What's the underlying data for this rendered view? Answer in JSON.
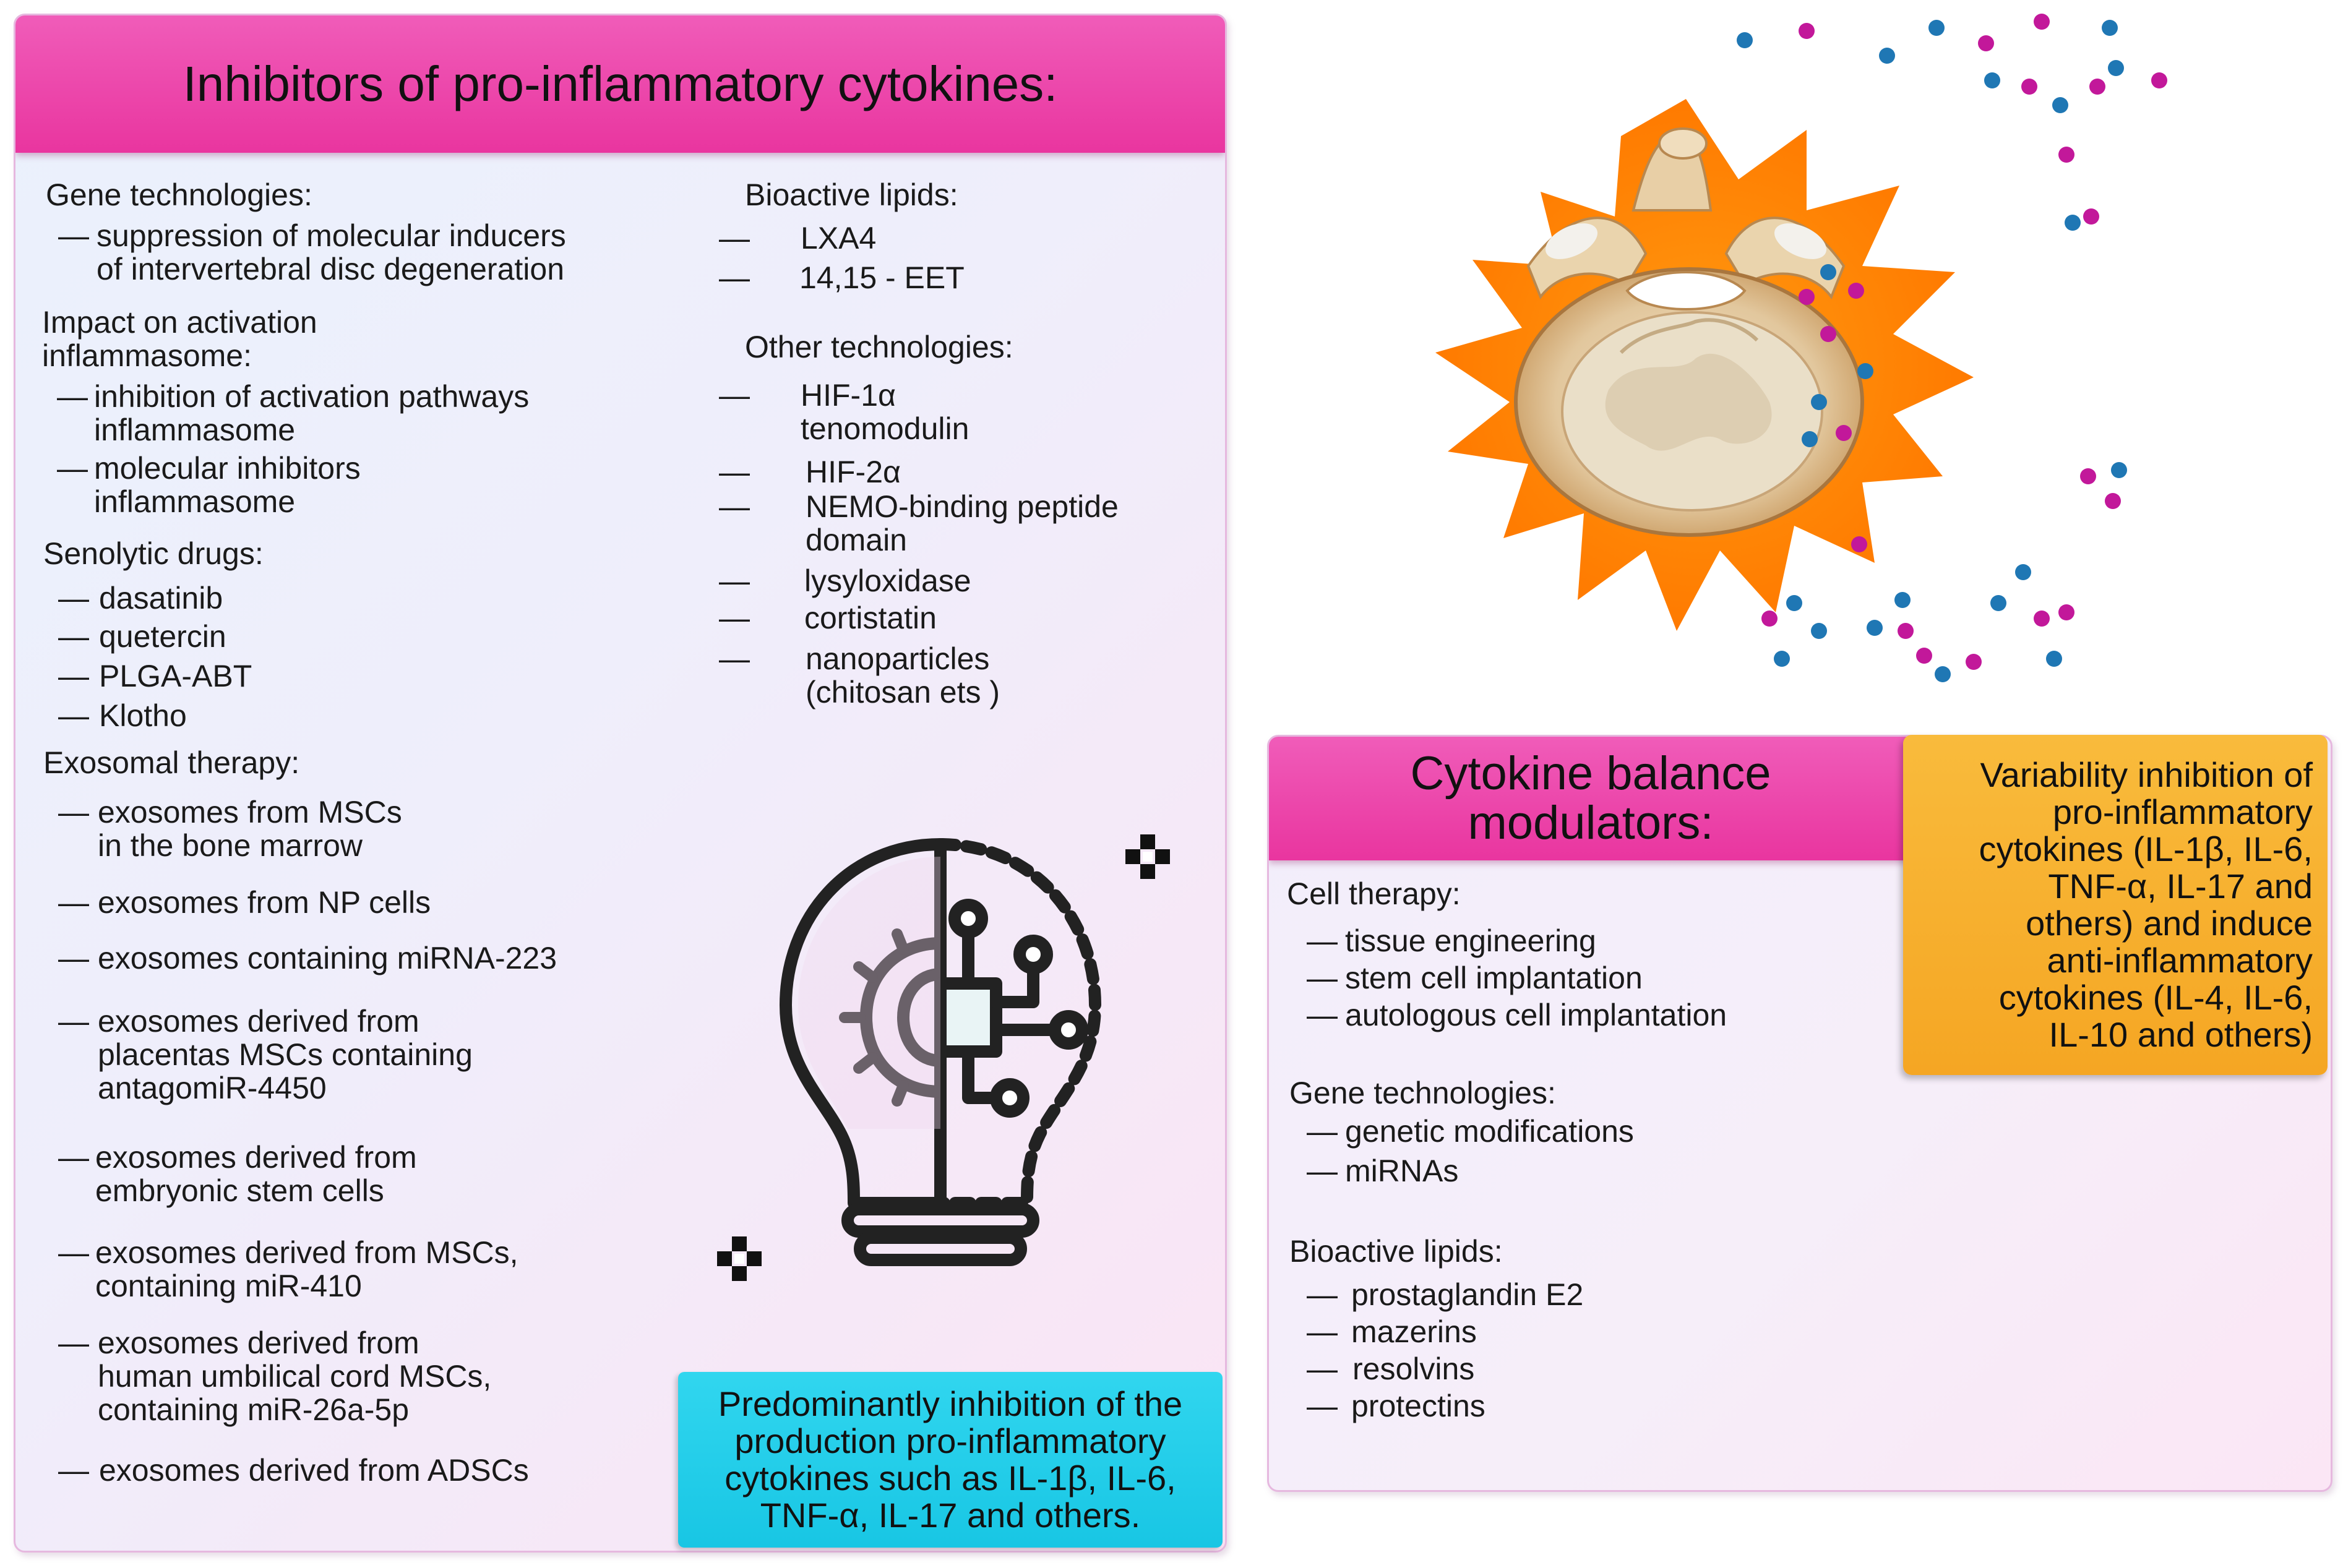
{
  "left": {
    "title": "Inhibitors of pro-inflammatory cytokines:",
    "gene_heading": "Gene technologies:",
    "gene_items": [
      "suppression of molecular inducers\nof intervertebral disc degeneration"
    ],
    "inflammasome_heading": "Impact on activation\ninflammasome:",
    "inflammasome_items": [
      "inhibition of activation pathways\ninflammasome",
      "molecular inhibitors\ninflammasome"
    ],
    "senolytic_heading": "Senolytic drugs:",
    "senolytic_items": [
      "dasatinib",
      "quetercin",
      "PLGA-ABT",
      "Klotho"
    ],
    "exosomal_heading": "Exosomal therapy:",
    "exosomal_items": [
      "exosomes from MSCs\nin the bone marrow",
      "exosomes from NP cells",
      "exosomes containing miRNA-223",
      "exosomes derived from\nplacentas MSCs containing\nantagomiR-4450",
      "exosomes derived from\nembryonic stem cells",
      "exosomes derived from MSCs,\ncontaining miR-410",
      "exosomes derived from\nhuman umbilical cord MSCs,\ncontaining miR-26a-5p",
      "exosomes derived from ADSCs"
    ],
    "lipids_heading": "Bioactive lipids:",
    "lipids_items": [
      "LXA4",
      "14,15 - EET"
    ],
    "other_heading": "Other technologies:",
    "other_items": [
      "HIF-1α\ntenomodulin",
      "HIF-2α",
      "NEMO-binding peptide\ndomain",
      "lysyloxidase",
      "cortistatin",
      "nanoparticles\n(chitosan ets )"
    ],
    "callout": "Predominantly inhibition of the\nproduction  pro-inflammatory\ncytokines such as IL-1β, IL-6,\nTNF-α, IL-17 and others."
  },
  "right": {
    "title": "Cytokine balance\nmodulators:",
    "cell_heading": "Cell therapy:",
    "cell_items": [
      "tissue engineering",
      "stem cell implantation",
      "autologous cell implantation"
    ],
    "gene_heading": "Gene technologies:",
    "gene_items": [
      "genetic modifications",
      "miRNAs"
    ],
    "lipids_heading": "Bioactive lipids:",
    "lipids_items": [
      "prostaglandin E2",
      "mazerins",
      "resolvins",
      "protectins"
    ],
    "callout": "Variability inhibition of\npro-inflammatory\ncytokines (IL-1β, IL-6,\nTNF-α, IL-17 and\nothers) and induce\nanti-inflammatory\ncytokines  (IL-4, IL-6,\nIL-10 and others)"
  },
  "dash_symbol": "—",
  "colors": {
    "header_pink": "#e9359f",
    "callout_cyan": "#18c6e4",
    "callout_orange": "#f5a623",
    "starburst_orange": "#ff8a00",
    "molecule_blue": "#1f77b4",
    "molecule_magenta": "#c2189a"
  },
  "icons": [
    "lightbulb-gear-circuit-icon",
    "sparkle-icon",
    "vertebra-inflammation-illustration"
  ]
}
